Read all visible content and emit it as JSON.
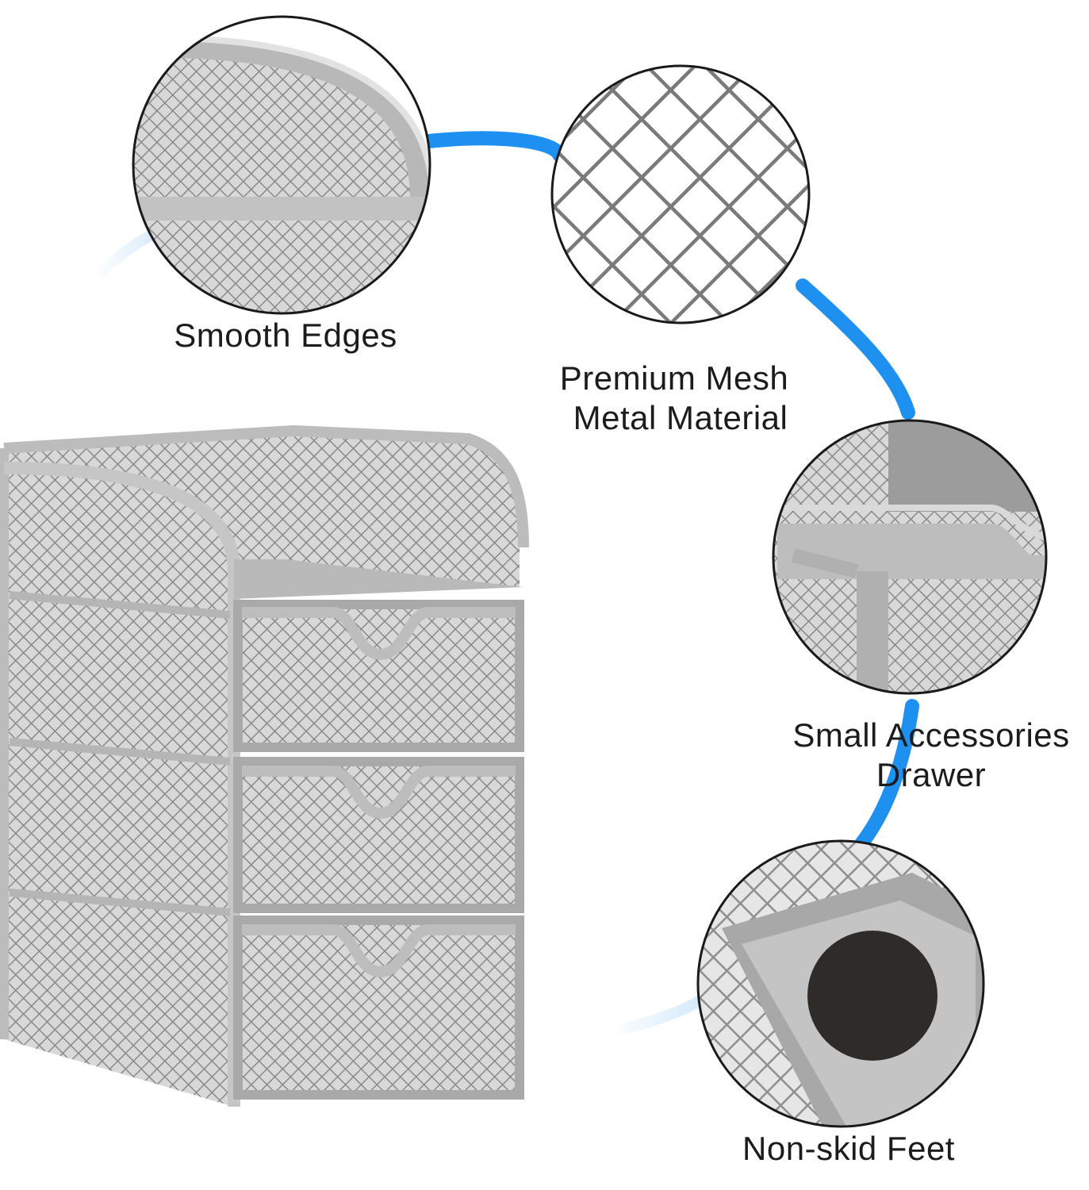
{
  "colors": {
    "background": "#ffffff",
    "accent_arc": "#1e90f0",
    "metal_light": "#c9c9c9",
    "metal_mid": "#a6a6a6",
    "metal_dark": "#6e6e6e",
    "felt_pad": "#2e2b29",
    "label_text": "#1c1c1c"
  },
  "features": [
    {
      "id": "smooth-edges",
      "lines": [
        "Smooth Edges"
      ]
    },
    {
      "id": "premium-mesh",
      "lines": [
        "Premium Mesh",
        "Metal Material"
      ]
    },
    {
      "id": "small-drawer",
      "lines": [
        "Small Accessories",
        "Drawer"
      ]
    },
    {
      "id": "non-skid-feet",
      "lines": [
        "Non-skid Feet"
      ]
    }
  ],
  "product": {
    "drawer_count": 3,
    "icon": "mesh-desk-organizer-icon"
  }
}
